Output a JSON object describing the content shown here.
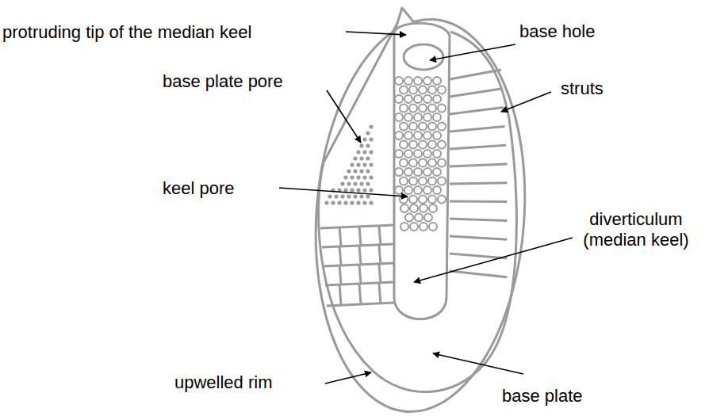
{
  "diagram": {
    "labels": [
      "protruding tip of the median keel",
      "base hole",
      "base plate pore",
      "struts",
      "keel pore",
      "diverticulum (median keel)",
      "upwelled rim",
      "base plate"
    ]
  }
}
